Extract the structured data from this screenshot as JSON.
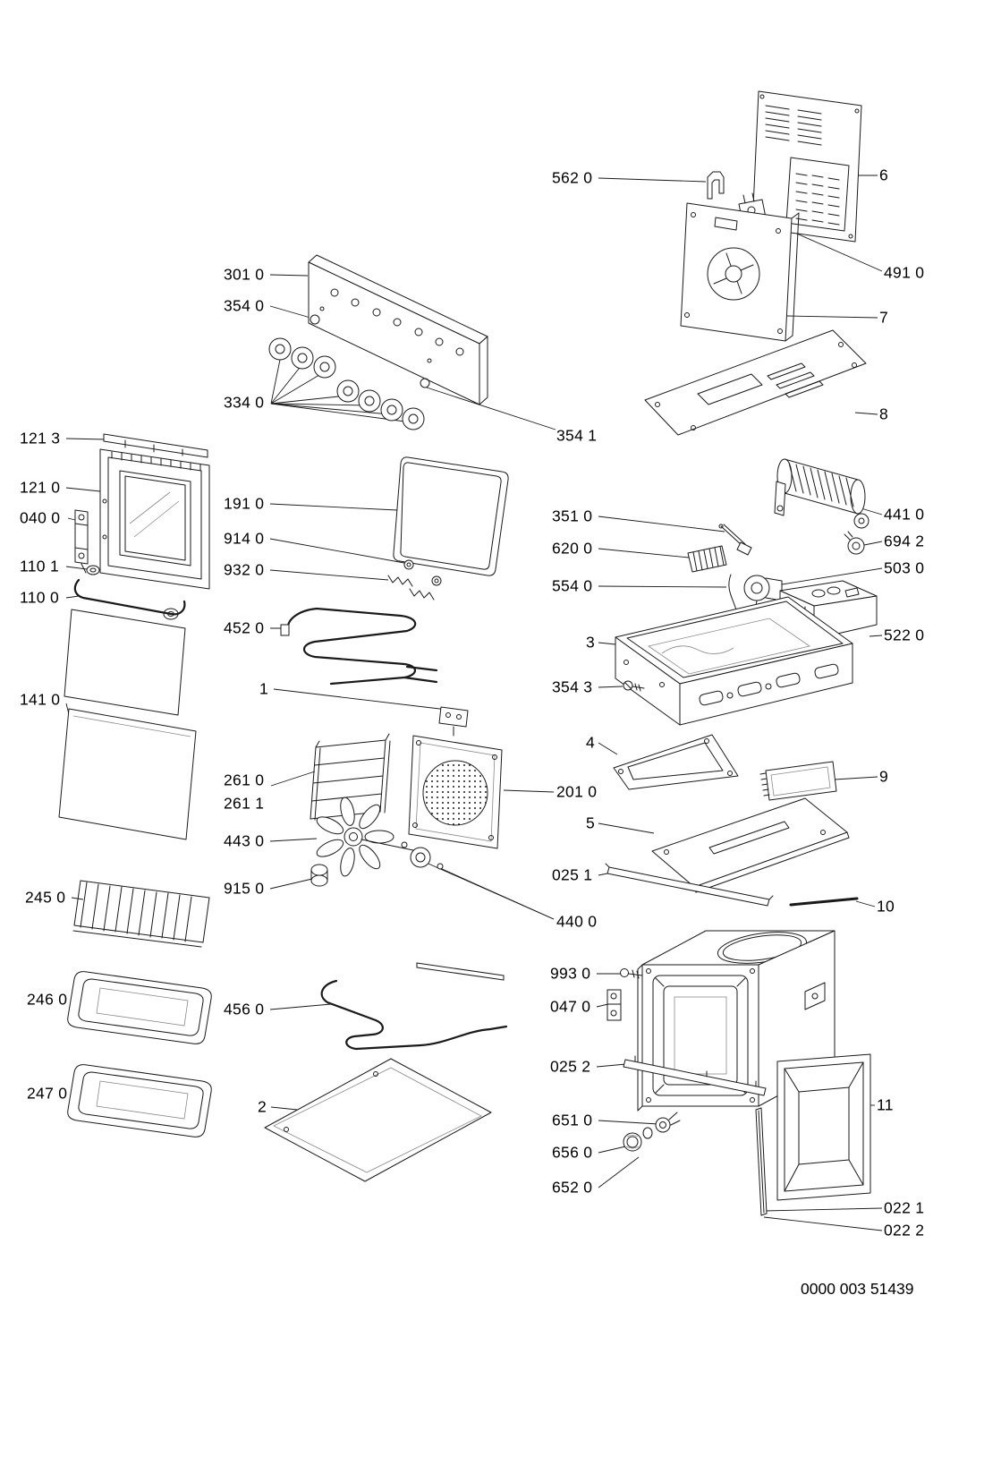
{
  "document": {
    "footer_code": "0000 003 51439"
  },
  "colors": {
    "ink": "#1a1a1a",
    "background": "#ffffff"
  },
  "labels": {
    "n121_3": "121 3",
    "n121_0": "121 0",
    "n040_0": "040 0",
    "n110_1": "110 1",
    "n110_0": "110 0",
    "n141_0": "141 0",
    "n245_0": "245 0",
    "n246_0": "246 0",
    "n247_0": "247 0",
    "n301_0": "301 0",
    "n354_0": "354 0",
    "n334_0": "334 0",
    "n191_0": "191 0",
    "n914_0": "914 0",
    "n932_0": "932 0",
    "n452_0": "452 0",
    "n1": "1",
    "n261_0": "261 0",
    "n261_1": "261 1",
    "n443_0": "443 0",
    "n915_0": "915 0",
    "n456_0": "456 0",
    "n2": "2",
    "n562_0": "562 0",
    "n354_1": "354 1",
    "n351_0": "351 0",
    "n620_0": "620 0",
    "n554_0": "554 0",
    "n3": "3",
    "n354_3": "354 3",
    "n4": "4",
    "n201_0": "201 0",
    "n5": "5",
    "n025_1": "025 1",
    "n440_0": "440 0",
    "n993_0": "993 0",
    "n047_0": "047 0",
    "n025_2": "025 2",
    "n651_0": "651 0",
    "n656_0": "656 0",
    "n652_0": "652 0",
    "n6": "6",
    "n491_0": "491 0",
    "n7": "7",
    "n8": "8",
    "n441_0": "441 0",
    "n694_2": "694 2",
    "n503_0": "503 0",
    "n522_0": "522 0",
    "n9": "9",
    "n10": "10",
    "n11": "11",
    "n022_1": "022 1",
    "n022_2": "022 2"
  }
}
